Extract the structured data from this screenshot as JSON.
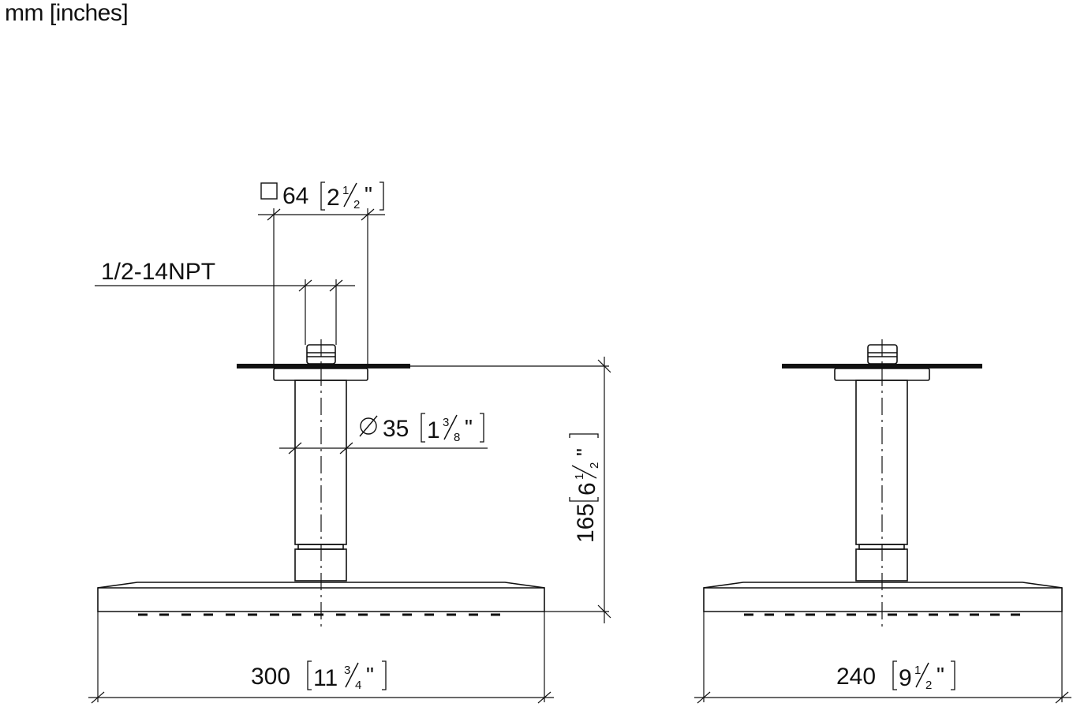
{
  "units_label": "mm [inches]",
  "dimensions": {
    "flange_square": {
      "symbol": "square-icon",
      "mm": "64",
      "inch_whole": "2",
      "inch_num": "1",
      "inch_den": "2",
      "inch_mark": "\""
    },
    "thread": {
      "label": "1/2-14NPT"
    },
    "pipe_diameter": {
      "symbol": "diameter-icon",
      "mm": "35",
      "inch_whole": "1",
      "inch_num": "3",
      "inch_den": "8",
      "inch_mark": "\""
    },
    "height": {
      "mm": "165",
      "inch_whole": "6",
      "inch_num": "1",
      "inch_den": "2",
      "inch_mark": "\""
    },
    "head_width_left": {
      "mm": "300",
      "inch_whole": "11",
      "inch_num": "3",
      "inch_den": "4",
      "inch_mark": "\""
    },
    "head_width_right": {
      "mm": "240",
      "inch_whole": "9",
      "inch_num": "1",
      "inch_den": "2",
      "inch_mark": "\""
    }
  }
}
